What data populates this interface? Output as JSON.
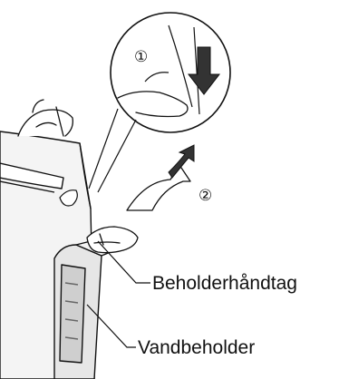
{
  "steps": [
    {
      "number": "①"
    },
    {
      "number": "②"
    }
  ],
  "labels": {
    "handle": "Beholderhåndtag",
    "tank": "Vandbeholder"
  },
  "colors": {
    "line": "#111111",
    "body_fill": "#f4f4f4",
    "tank_fill": "#d9d9d9",
    "arrow_fill": "#333333"
  }
}
